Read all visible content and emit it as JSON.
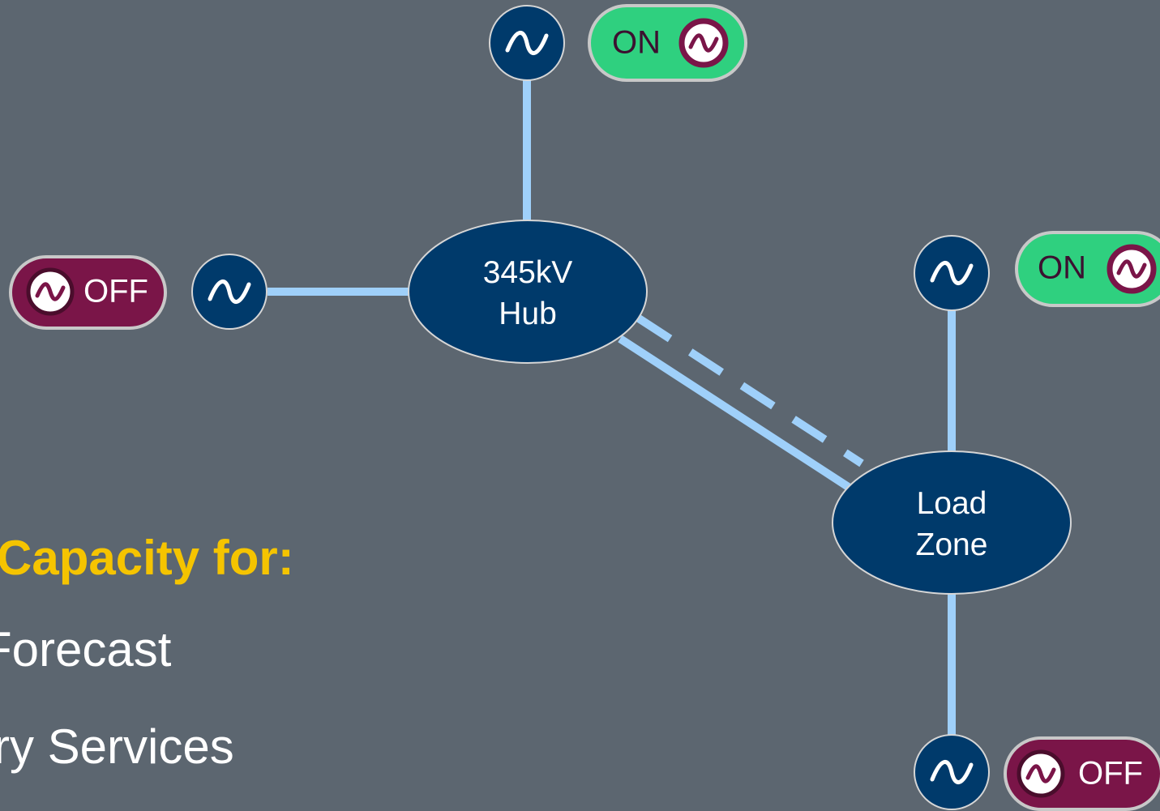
{
  "colors": {
    "background": "#5c6670",
    "line": "#9fd0fa",
    "node_fill": "#003a6b",
    "on_fill": "#2fd07f",
    "off_fill": "#7a1548",
    "toggle_border": "#c8c8c8",
    "heading": "#f5c400"
  },
  "nodes": {
    "hub": {
      "line1": "345kV",
      "line2": "Hub"
    },
    "load_zone": {
      "line1": "Load",
      "line2": "Zone"
    }
  },
  "generators": [
    {
      "name": "top",
      "icon": "ac-sine-icon",
      "toggle": "ON"
    },
    {
      "name": "left",
      "icon": "ac-sine-icon",
      "toggle": "OFF"
    },
    {
      "name": "right",
      "icon": "ac-sine-icon",
      "toggle": "ON"
    },
    {
      "name": "bottom",
      "icon": "ac-sine-icon",
      "toggle": "OFF"
    }
  ],
  "capacity": {
    "title": "Capacity for:",
    "items": [
      "Forecast",
      "ry Services"
    ]
  }
}
